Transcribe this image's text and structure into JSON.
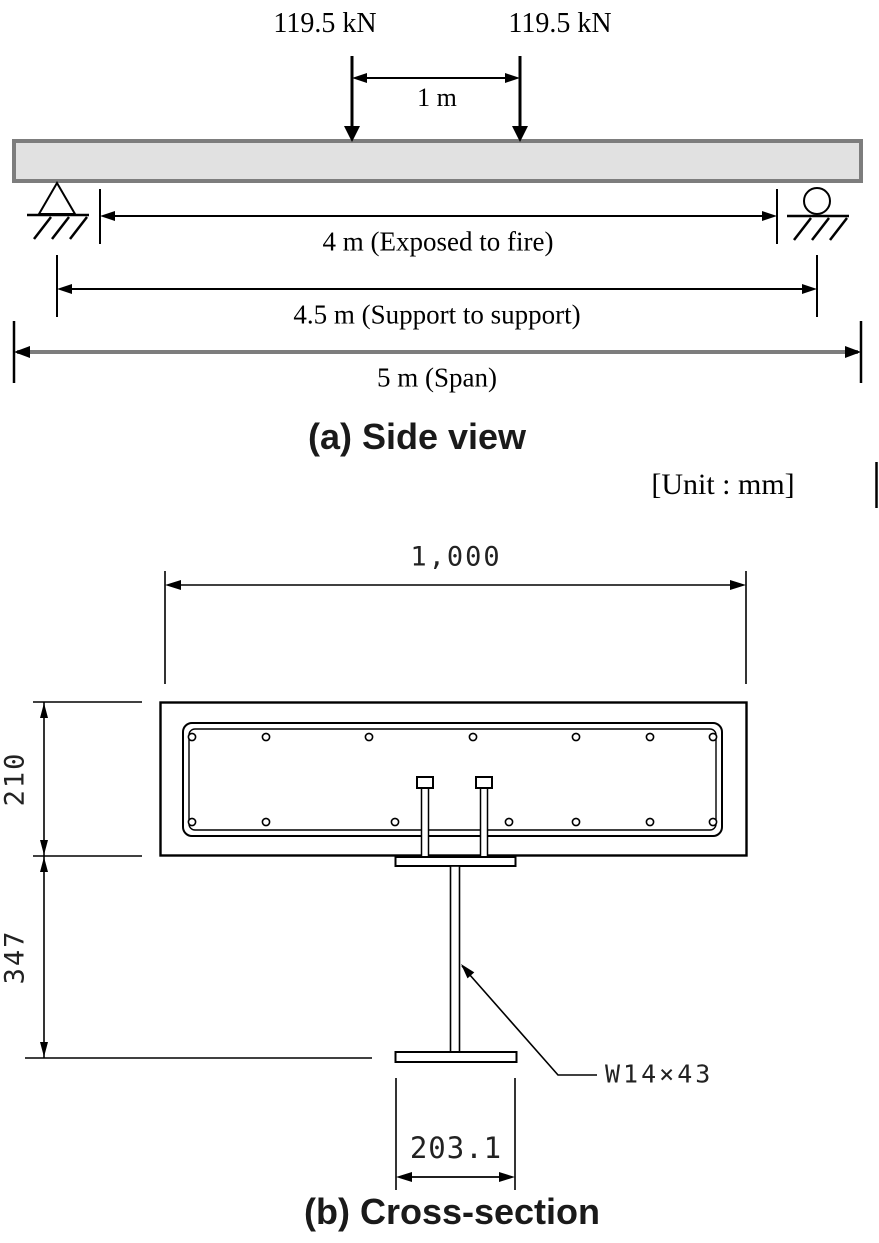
{
  "side_view": {
    "caption": "(a) Side view",
    "load_left_label": "119.5 kN",
    "load_right_label": "119.5 kN",
    "load_spacing_label": "1 m",
    "dim_fire_label": "4 m (Exposed to fire)",
    "dim_support_label": "4.5 m (Support to support)",
    "dim_span_label": "5 m (Span)"
  },
  "unit_note": "[Unit : mm]",
  "cross_section": {
    "caption": "(b) Cross-section",
    "slab_width_label": "1,000",
    "slab_thickness_label": "210",
    "steel_depth_label": "347",
    "flange_width_label": "203.1",
    "steel_section_label": "W14×43"
  },
  "colors": {
    "beam_fill": "#e1e1e1",
    "beam_border": "#7d7d7d",
    "line": "#000000",
    "background": "#ffffff"
  }
}
